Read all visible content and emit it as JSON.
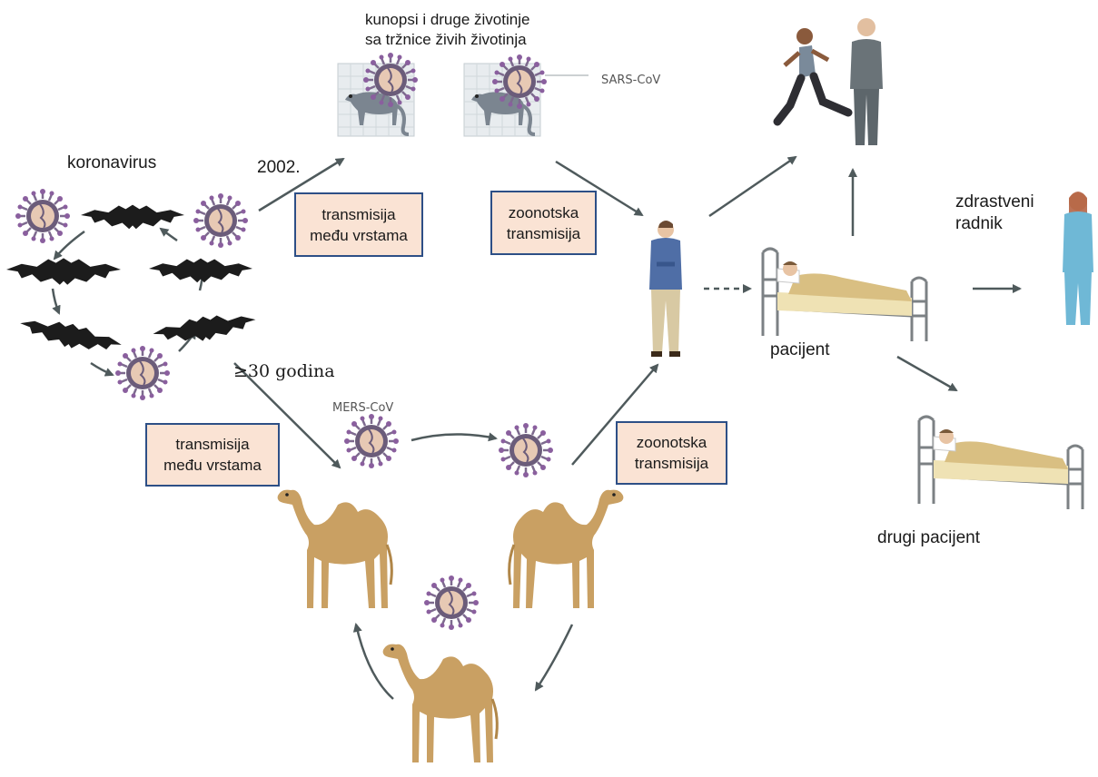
{
  "labels": {
    "coronavirus": "koronavirus",
    "year_2002": "2002.",
    "market_line1": "kunopsi i druge životinje",
    "market_line2": "sa tržnice živih životinja",
    "sars": "SARS-CoV",
    "mers": "MERS-CoV",
    "years_30": "≥30 godina",
    "health_worker_line1": "zdrastveni",
    "health_worker_line2": "radnik",
    "patient": "pacijent",
    "other_patient": "drugi pacijent"
  },
  "boxes": {
    "cross_species_top_line1": "transmisija",
    "cross_species_top_line2": "među vrstama",
    "zoonotic_top_line1": "zoonotska",
    "zoonotic_top_line2": "transmisija",
    "cross_species_bottom_line1": "transmisija",
    "cross_species_bottom_line2": "među vrstama",
    "zoonotic_bottom_line1": "zoonotska",
    "zoonotic_bottom_line2": "transmisija"
  },
  "colors": {
    "box_fill": "#fae3d4",
    "box_border": "#2d4f86",
    "arrow": "#4f5a5c",
    "bat": "#1c1c1c",
    "camel": "#c9a063",
    "virus_spike": "#7d6a8e",
    "scrubs": "#6fb8d6"
  },
  "icons": [
    "virus-icon",
    "bat-icon",
    "civet-icon",
    "camel-icon",
    "person-icon",
    "hospital-bed-icon"
  ]
}
